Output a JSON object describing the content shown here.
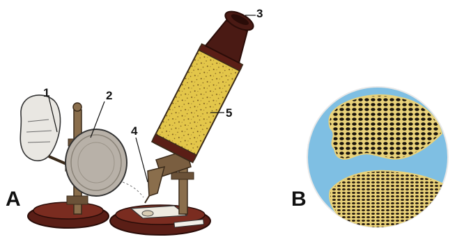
{
  "panel_a": {
    "letter": "A",
    "callouts": [
      "1",
      "2",
      "3",
      "4",
      "5"
    ]
  },
  "panel_b": {
    "letter": "B"
  },
  "colors": {
    "wood_dark": "#5a1e16",
    "tube_gold": "#e3c64a",
    "brass": "#8a6e4c",
    "glass_white": "#e9e7e2",
    "mirror_grey": "#b8b1a8",
    "circle_blue": "#7fbfe3",
    "cell_fill": "#1a140c",
    "cell_wall": "#e9d27a"
  }
}
